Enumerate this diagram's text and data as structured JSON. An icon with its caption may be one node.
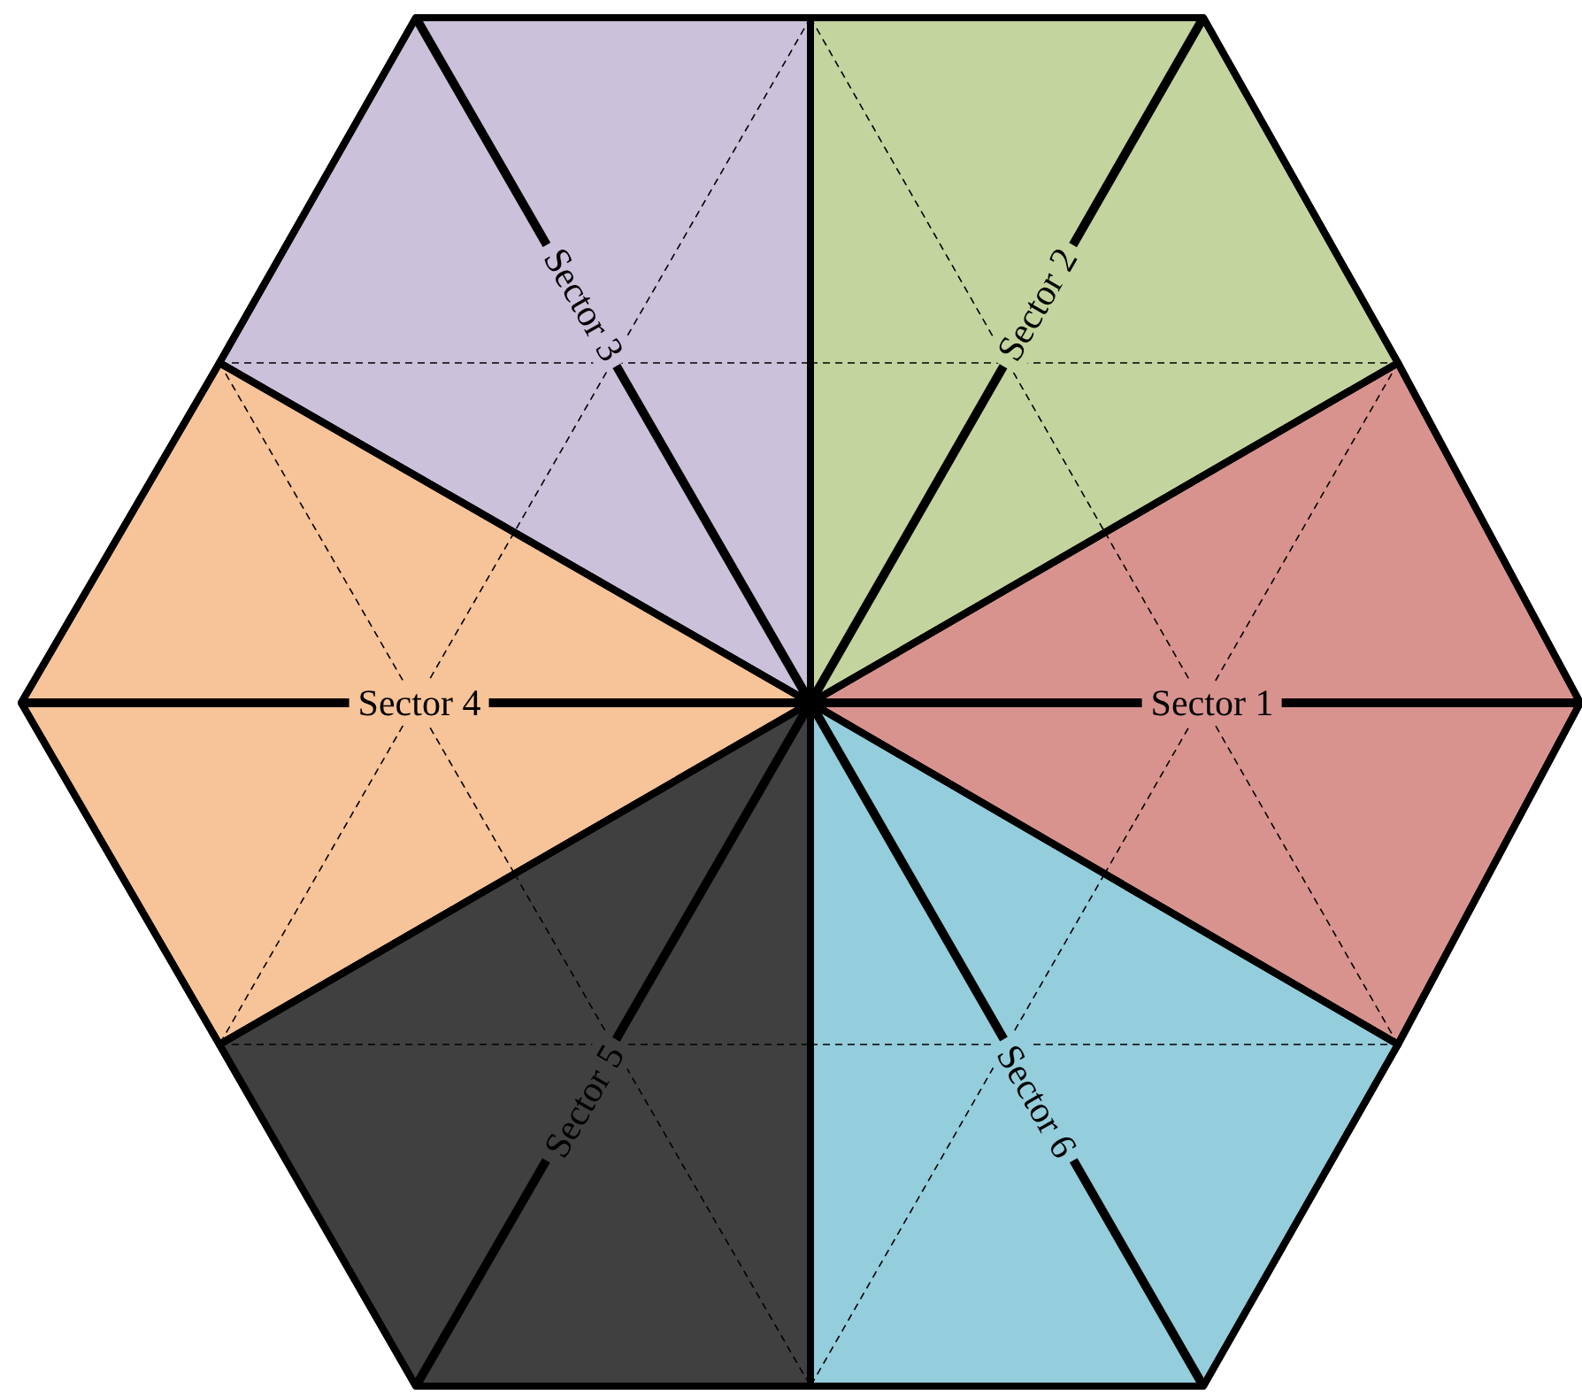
{
  "diagram": {
    "nodes": [
      {
        "text": [
          "Sector 1"
        ]
      },
      {
        "text": [
          "Sector 2"
        ]
      },
      {
        "text": [
          "Sector 3"
        ]
      },
      {
        "text": [
          "Sector 4"
        ]
      },
      {
        "text": [
          "Sector 5"
        ]
      },
      {
        "text": [
          "Sector 6"
        ]
      }
    ]
  }
}
